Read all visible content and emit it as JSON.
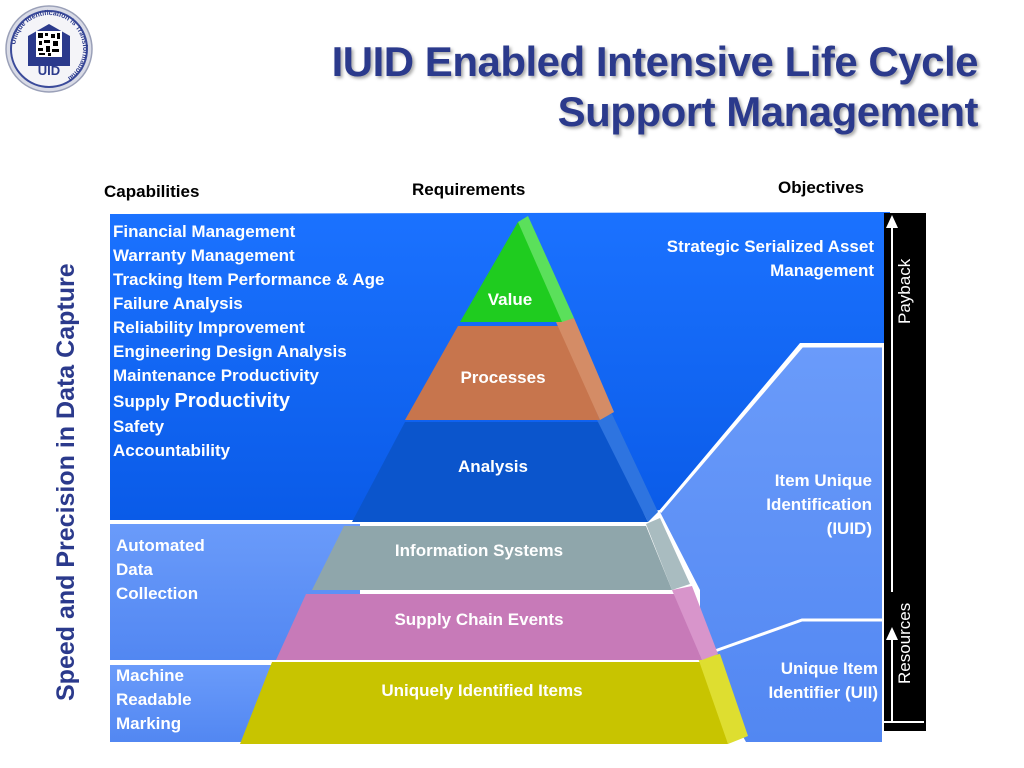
{
  "logo": {
    "ring_text": "Unique Identification is Transformational",
    "center_label": "UID"
  },
  "title_line1": "IUID Enabled Intensive Life Cycle",
  "title_line2": "Support Management",
  "headers": {
    "capabilities": "Capabilities",
    "requirements": "Requirements",
    "objectives": "Objectives"
  },
  "side_label": "Speed and Precision in Data Capture",
  "capabilities": [
    "Financial Management",
    "Warranty Management",
    "Tracking Item Performance & Age",
    "Failure Analysis",
    "Reliability Improvement",
    "Engineering Design Analysis",
    "Maintenance Productivity"
  ],
  "supply": {
    "prefix": "Supply ",
    "emphasis": "Productivity"
  },
  "capabilities_tail": [
    "Safety",
    "Accountability"
  ],
  "automated": [
    "Automated",
    "Data",
    "Collection"
  ],
  "machine": [
    "Machine",
    "Readable",
    "Marking"
  ],
  "pyramid": {
    "value": "Value",
    "processes": "Processes",
    "analysis": "Analysis",
    "information": "Information Systems",
    "supply_chain": "Supply Chain Events",
    "items": "Uniquely Identified Items"
  },
  "objectives": {
    "strategic": [
      "Strategic Serialized Asset",
      "Management"
    ],
    "iuid": [
      "Item Unique",
      "Identification",
      "(IUID)"
    ],
    "uii": [
      "Unique Item",
      "Identifier (UII)"
    ]
  },
  "arrow_labels": {
    "payback": "Payback",
    "resources": "Resources"
  },
  "colors": {
    "title": "#2b3a8c",
    "top_panel": "#0a63f5",
    "lower_panel": "#5b8ff5",
    "value": "#1fcc1f",
    "processes": "#c7754d",
    "analysis": "#0b55cc",
    "information": "#8fa6ab",
    "supply_chain": "#c77ab8",
    "items": "#c8c400"
  }
}
